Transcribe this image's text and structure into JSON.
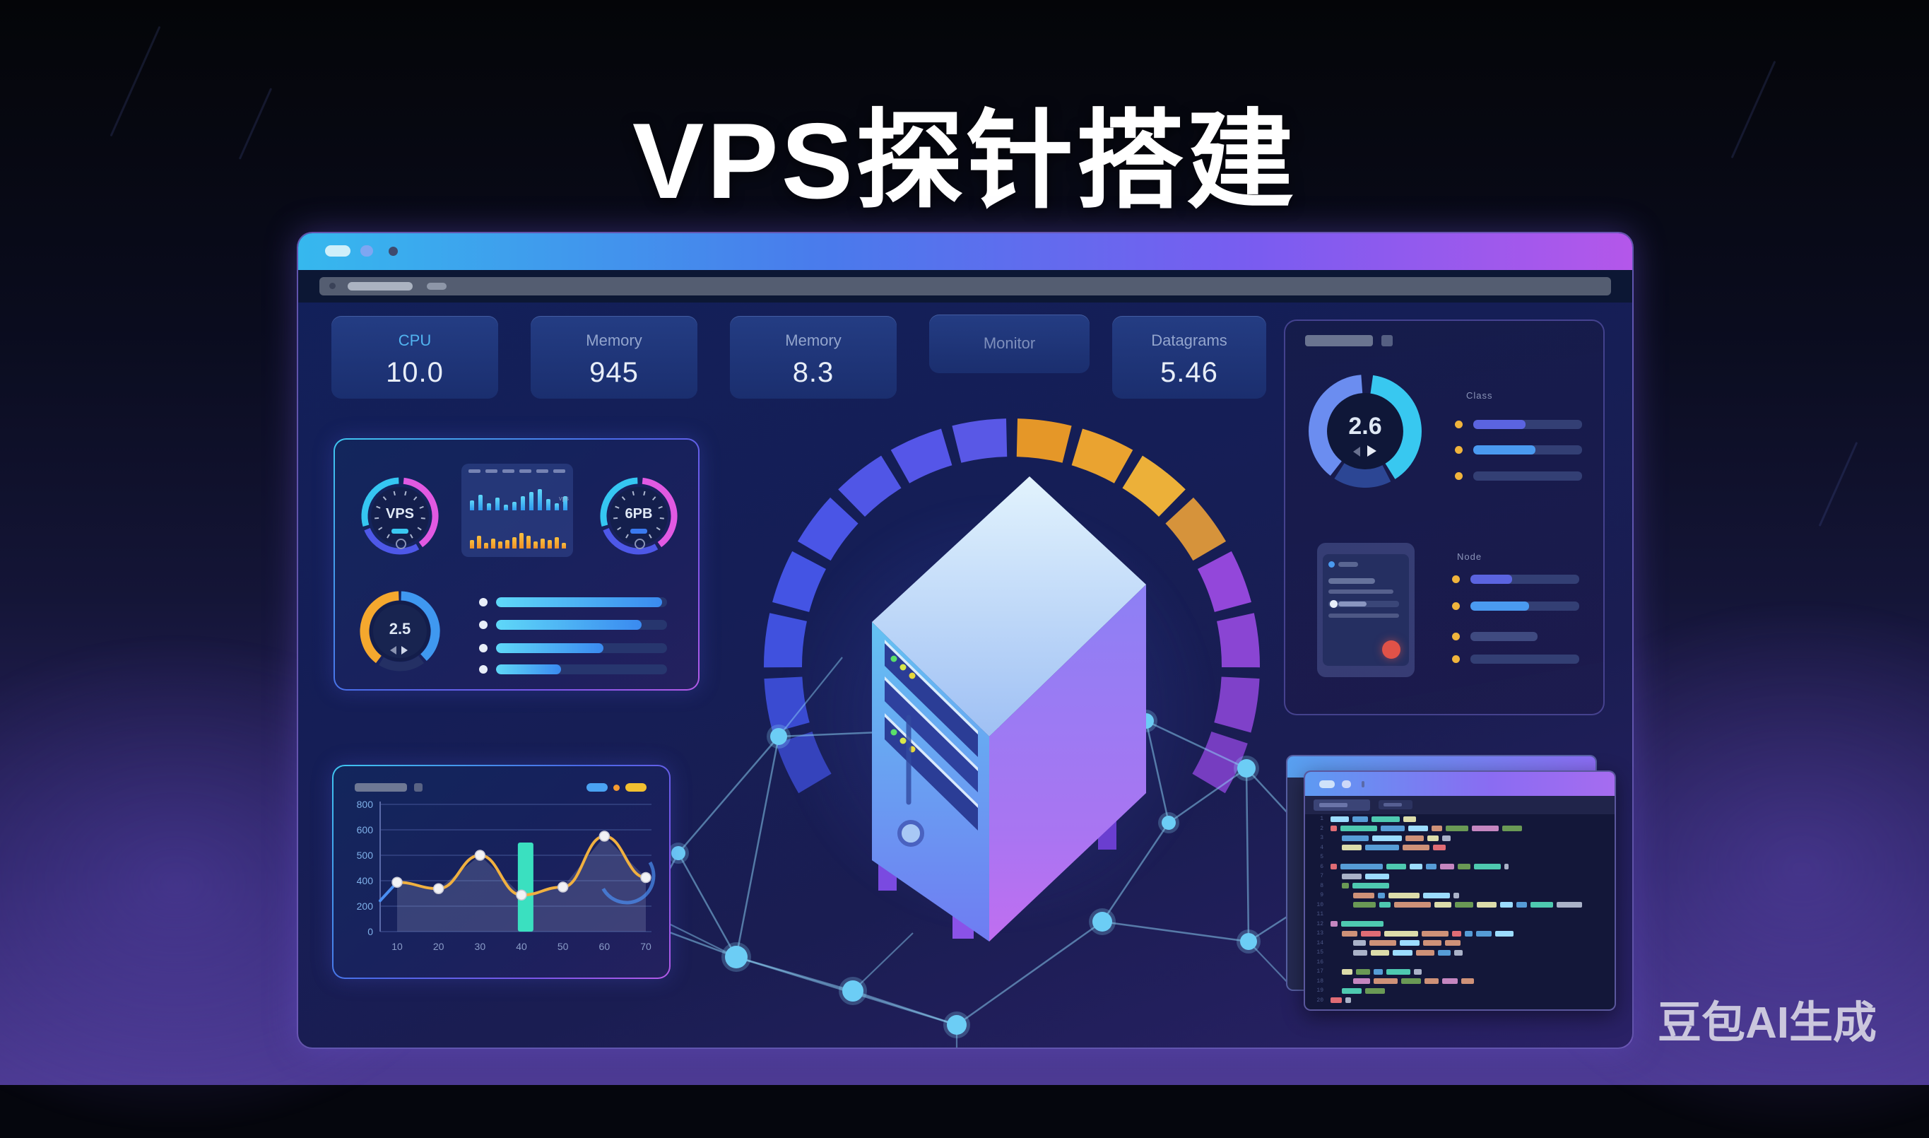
{
  "page": {
    "title": "VPS探针搭建",
    "watermark": "豆包AI生成"
  },
  "window": {
    "controls": [
      "minimize",
      "maximize",
      "close"
    ],
    "url_placeholder": ""
  },
  "stat_cards": [
    {
      "label": "CPU",
      "value": "10.0",
      "label_color": "#52b4f0"
    },
    {
      "label": "Memory",
      "value": "945",
      "label_color": "#93a5cd"
    },
    {
      "label": "Memory",
      "value": "8.3",
      "label_color": "#93a5cd"
    },
    {
      "label": "Monitor",
      "value": "",
      "label_color": "#7e8fbc"
    },
    {
      "label": "Datagrams",
      "value": "5.46",
      "label_color": "#93a5cd"
    }
  ],
  "left_panel": {
    "gauge_vps_label": "VPS",
    "gauge_storage_label": "6PB",
    "gauge_load_value": "2.5",
    "progress": [
      97,
      85,
      63,
      38
    ]
  },
  "mini_chart": {
    "type": "bar",
    "note": "vps",
    "blue_values": [
      14,
      22,
      10,
      18,
      8,
      12,
      20,
      26,
      30,
      16,
      10,
      20
    ],
    "orange_values": [
      12,
      18,
      8,
      14,
      10,
      12,
      16,
      22,
      18,
      10,
      14,
      12,
      16,
      8
    ]
  },
  "right_panel": {
    "donut_value": "2.6",
    "group1": {
      "label": "Class",
      "rows": [
        {
          "fill": 48,
          "color": "#5b64e0"
        },
        {
          "fill": 57,
          "color": "#4a9af0"
        },
        {
          "fill": 0,
          "color": ""
        }
      ]
    },
    "group2": {
      "label": "Node",
      "rows": [
        {
          "fill": 38,
          "color": "#5b64e0"
        },
        {
          "fill": 54,
          "color": "#4a9af0"
        },
        {
          "fill": 0,
          "color": "",
          "track": 62
        },
        {
          "fill": 0,
          "color": ""
        }
      ]
    }
  },
  "chart_data": {
    "type": "line+bar",
    "title": "",
    "x": [
      10,
      20,
      30,
      40,
      50,
      60,
      70
    ],
    "xtick_labels": [
      "10",
      "20",
      "30",
      "40",
      "50",
      "60",
      "70"
    ],
    "ytick_labels": [
      "800",
      "600",
      "500",
      "400",
      "200",
      "0"
    ],
    "ylim": [
      0,
      800
    ],
    "grid": true,
    "legend_position": "top-right",
    "line_series": {
      "name": "amber-line",
      "color": "#f0b040",
      "values": [
        310,
        270,
        480,
        230,
        280,
        600,
        340
      ]
    },
    "bar_series": {
      "name": "teal-spike",
      "color": "#3ae0c0",
      "x": 41,
      "value": 560
    },
    "legend": [
      "blue-pill",
      "orange-dot",
      "yellow-pill"
    ]
  },
  "code_editor": {
    "line_count": 20,
    "lines": [
      [
        0,
        [
          [
            "lb",
            26
          ],
          [
            "b",
            22
          ],
          [
            "c",
            40
          ],
          [
            "y",
            18
          ]
        ]
      ],
      [
        0,
        [
          [
            "r",
            9
          ],
          [
            "c",
            52
          ],
          [
            "b",
            34
          ],
          [
            "lb",
            28
          ],
          [
            "o",
            15
          ],
          [
            "g",
            32
          ],
          [
            "p",
            38
          ],
          [
            "g",
            28
          ]
        ]
      ],
      [
        1,
        [
          [
            "b",
            38
          ],
          [
            "lb",
            42
          ],
          [
            "o",
            26
          ],
          [
            "y",
            16
          ],
          [
            "w",
            12
          ]
        ]
      ],
      [
        1,
        [
          [
            "y",
            28
          ],
          [
            "b",
            48
          ],
          [
            "o",
            38
          ],
          [
            "r",
            18
          ]
        ]
      ],
      [
        0,
        []
      ],
      [
        0,
        [
          [
            "r",
            9
          ],
          [
            "b",
            60
          ],
          [
            "c",
            28
          ],
          [
            "lb",
            18
          ],
          [
            "b",
            15
          ],
          [
            "p",
            20
          ],
          [
            "g",
            18
          ],
          [
            "c",
            38
          ],
          [
            "w",
            6
          ]
        ]
      ],
      [
        1,
        [
          [
            "w",
            28
          ],
          [
            "lb",
            34
          ]
        ]
      ],
      [
        1,
        [
          [
            "g",
            10
          ],
          [
            "c",
            52
          ]
        ]
      ],
      [
        2,
        [
          [
            "o",
            30
          ],
          [
            "b",
            10
          ],
          [
            "y",
            44
          ],
          [
            "lb",
            38
          ],
          [
            "w",
            8
          ]
        ]
      ],
      [
        2,
        [
          [
            "g",
            32
          ],
          [
            "c",
            16
          ],
          [
            "o",
            52
          ],
          [
            "y",
            24
          ],
          [
            "g",
            26
          ],
          [
            "y",
            28
          ],
          [
            "lb",
            18
          ],
          [
            "b",
            15
          ],
          [
            "c",
            32
          ],
          [
            "w",
            36
          ]
        ]
      ],
      [
        0,
        []
      ],
      [
        0,
        [
          [
            "p",
            10
          ],
          [
            "c",
            60
          ]
        ]
      ],
      [
        1,
        [
          [
            "o",
            22
          ],
          [
            "r",
            28
          ],
          [
            "y",
            48
          ],
          [
            "o",
            38
          ],
          [
            "r",
            13
          ],
          [
            "b",
            11
          ],
          [
            "b",
            22
          ],
          [
            "lb",
            26
          ]
        ]
      ],
      [
        2,
        [
          [
            "w",
            18
          ],
          [
            "o",
            38
          ],
          [
            "lb",
            28
          ],
          [
            "o",
            26
          ],
          [
            "o",
            22
          ]
        ]
      ],
      [
        2,
        [
          [
            "w",
            20
          ],
          [
            "y",
            26
          ],
          [
            "lb",
            28
          ],
          [
            "o",
            26
          ],
          [
            "b",
            18
          ],
          [
            "w",
            12
          ]
        ]
      ],
      [
        0,
        []
      ],
      [
        1,
        [
          [
            "y",
            15
          ],
          [
            "g",
            20
          ],
          [
            "b",
            13
          ],
          [
            "c",
            34
          ],
          [
            "w",
            11
          ]
        ]
      ],
      [
        2,
        [
          [
            "p",
            24
          ],
          [
            "o",
            34
          ],
          [
            "g",
            28
          ],
          [
            "o",
            20
          ],
          [
            "p",
            22
          ],
          [
            "o",
            18
          ]
        ]
      ],
      [
        1,
        [
          [
            "c",
            28
          ],
          [
            "g",
            28
          ]
        ]
      ],
      [
        0,
        [
          [
            "r",
            16
          ],
          [
            "w",
            8
          ]
        ]
      ]
    ]
  },
  "colors": {
    "titlebar_gradient": [
      "#36b8ee",
      "#4a7aec",
      "#7a5cf0",
      "#b457ea"
    ],
    "arc_segments": [
      "#3746c2",
      "#3c4ed8",
      "#4254e6",
      "#4757ec",
      "#4d59ee",
      "#535aee",
      "#585af0",
      "#5d5cee",
      "#f09e26",
      "#f5ab2e",
      "#f8b838",
      "#e09a3a",
      "#9a4ae2",
      "#9048da",
      "#8543d0",
      "#7b3fc6"
    ],
    "gauge_ring": {
      "cyan": "#35c6f2",
      "magenta": "#e159e2",
      "indigo": "#4e58e8"
    },
    "load_ring": {
      "orange": "#f5a82e",
      "blue": "#3f98f0",
      "dark": "#243064"
    },
    "donut_ring": {
      "cyan": "#38c8f0",
      "deep": "#2c4694",
      "periwinkle": "#6b8df0"
    },
    "network": "#8fd6f8",
    "status_red": "#e05248",
    "status_yellow": "#f0b43c"
  }
}
